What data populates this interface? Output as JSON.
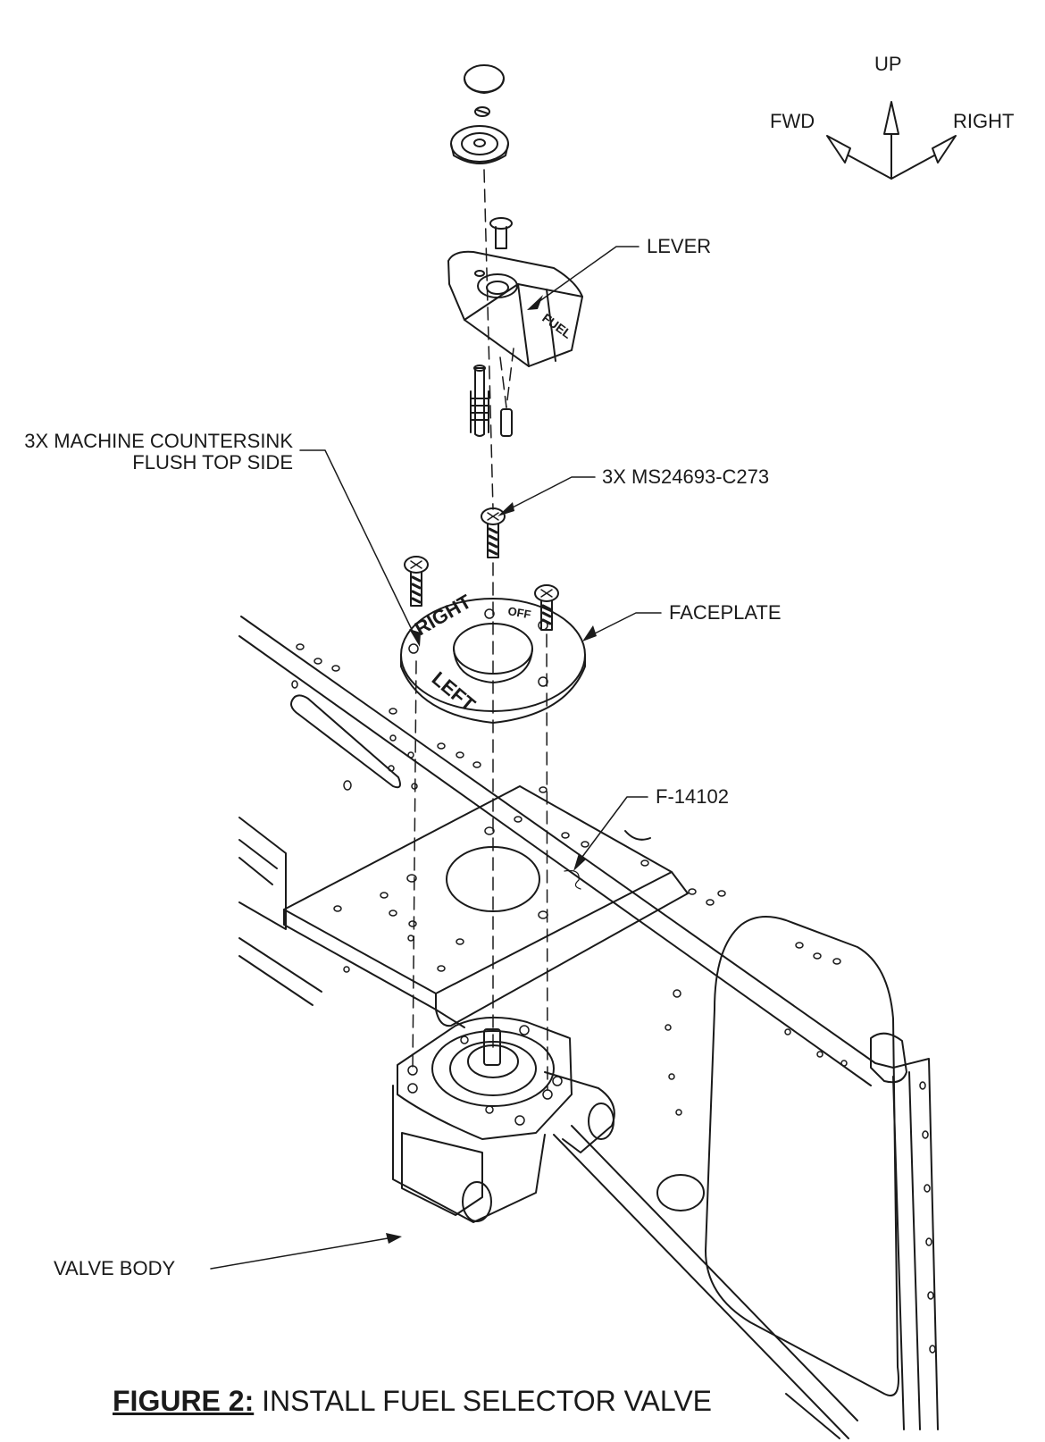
{
  "orientation": {
    "up": "UP",
    "fwd": "FWD",
    "right": "RIGHT"
  },
  "callouts": {
    "lever": "LEVER",
    "countersink_line1": "3X MACHINE COUNTERSINK",
    "countersink_line2": "FLUSH TOP SIDE",
    "screws": "3X MS24693-C273",
    "faceplate": "FACEPLATE",
    "bracket": "F-14102",
    "valve_body": "VALVE BODY"
  },
  "parts_text": {
    "lever_marking": "FUEL",
    "faceplate_right": "RIGHT",
    "faceplate_left": "LEFT",
    "faceplate_off": "OFF"
  },
  "caption": {
    "figure": "FIGURE 2:",
    "title": "INSTALL FUEL SELECTOR VALVE"
  }
}
